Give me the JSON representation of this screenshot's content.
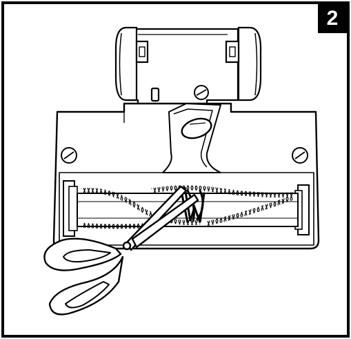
{
  "step": {
    "number": "2"
  },
  "colors": {
    "line": "#000000",
    "fill": "#ffffff",
    "badge": "#000000",
    "badge_text": "#ffffff"
  },
  "illustration": {
    "subjects": [
      "vacuum-base-underside",
      "brush-roll",
      "tangled-hair",
      "scissors"
    ]
  }
}
